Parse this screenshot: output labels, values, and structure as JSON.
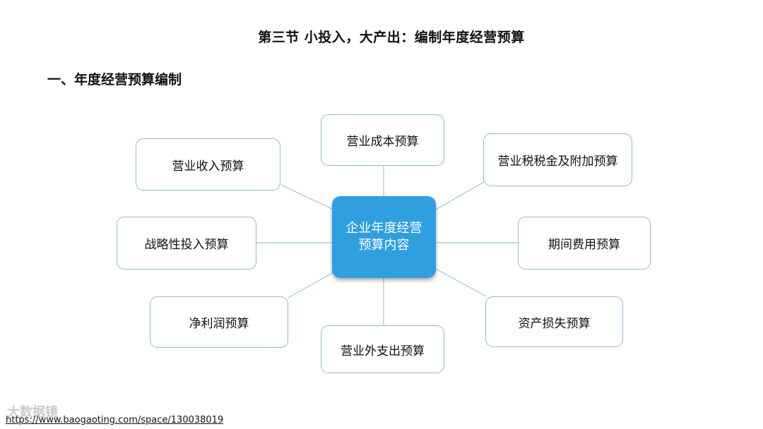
{
  "title": "第三节  小投入，大产出：编制年度经营预算",
  "section_heading": "一、年度经营预算编制",
  "center": {
    "line1": "企业年度经营",
    "line2": "预算内容"
  },
  "nodes": {
    "revenue": "营业收入预算",
    "cost": "营业成本预算",
    "tax": "营业税税金及附加预算",
    "strategic": "战略性投入预算",
    "period_expense": "期间费用预算",
    "net_profit": "净利润预算",
    "non_operating": "营业外支出预算",
    "asset_loss": "资产损失预算"
  },
  "colors": {
    "center_fill": "#2f9fe0",
    "node_border": "#8fb8d6",
    "connector": "#9cc3df"
  },
  "watermark": "大数据镜",
  "source_url": "https://www.baogaoting.com/space/130038019"
}
